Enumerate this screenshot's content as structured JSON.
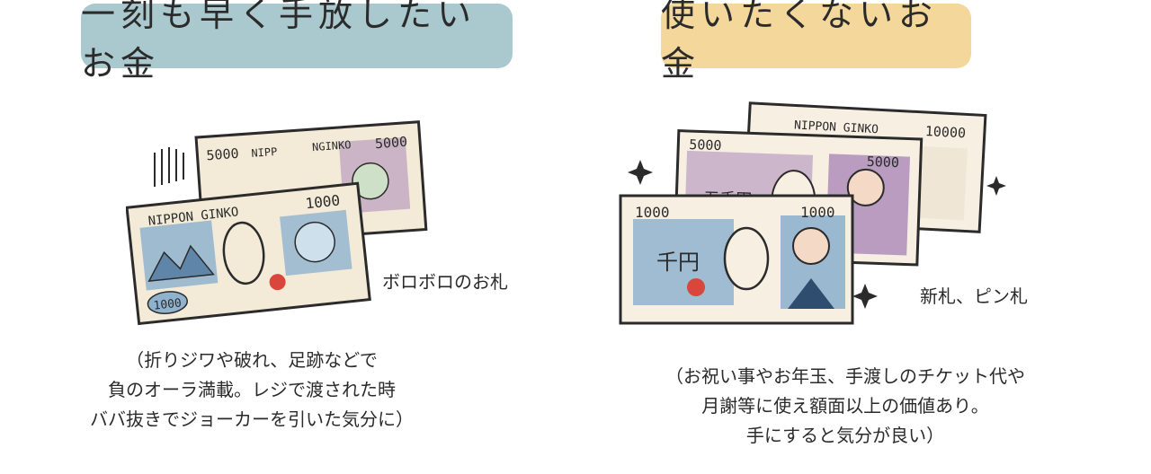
{
  "left": {
    "title": "一刻も早く手放したいお金",
    "tag": "ボロボロのお札",
    "description": [
      "（折りジワや破れ、足跡などで",
      "負のオーラ満載。レジで渡された時",
      "ババ抜きでジョーカーを引いた気分に）"
    ],
    "notes": {
      "back_top_left": "5000",
      "back_top_mid": "NIPP",
      "back_top_right": "NGINKO",
      "back_top_far": "5000",
      "front_top": "NIPPON GINKO",
      "front_top_right": "1000",
      "front_bottom_left": "1000"
    }
  },
  "right": {
    "title": "使いたくないお金",
    "tag": "新札、ピン札",
    "description": [
      "（お祝い事やお年玉、手渡しのチケット代や",
      "月謝等に使え額面以上の価値あり。",
      "手にすると気分が良い）"
    ],
    "notes": {
      "back_top": "NIPPON GINKO",
      "back_value": "10000",
      "mid_left": "5000",
      "mid_right": "5000",
      "mid_kanji": "五千円",
      "front_left": "1000",
      "front_right": "1000",
      "front_kanji": "千円"
    }
  },
  "colors": {
    "left_badge": "#a9c9cf",
    "right_badge": "#f3d79b",
    "ink": "#2b2b2b",
    "blue_tint": "#8fb3cf",
    "purple_tint": "#a987b8",
    "paper": "#f3ead7",
    "red_seal": "#d9463b"
  }
}
